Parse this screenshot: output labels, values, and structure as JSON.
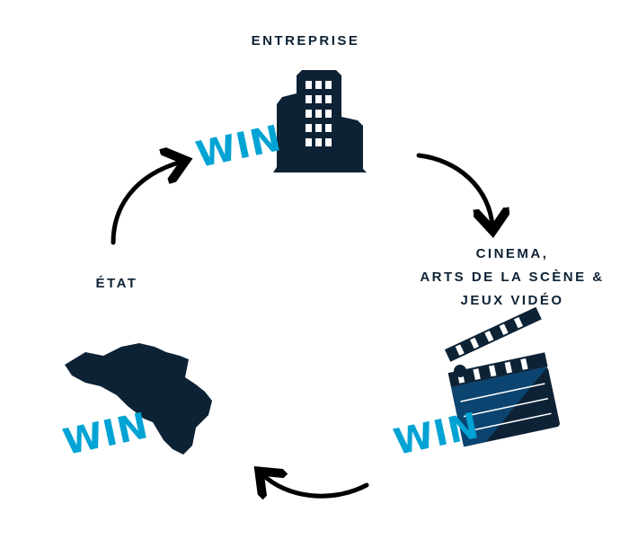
{
  "nodes": {
    "entreprise": {
      "label": "ENTREPRISE",
      "badge": "WIN"
    },
    "culture": {
      "label_lines": [
        "CINEMA,",
        "ARTS DE LA SCÈNE &",
        "JEUX VIDÉO"
      ],
      "badge": "WIN"
    },
    "etat": {
      "label": "ÉTAT",
      "badge": "WIN"
    }
  },
  "colors": {
    "navy": "#0d2235",
    "accent": "#00a3d4",
    "mid_blue": "#0b4470",
    "arrow": "#000000"
  }
}
